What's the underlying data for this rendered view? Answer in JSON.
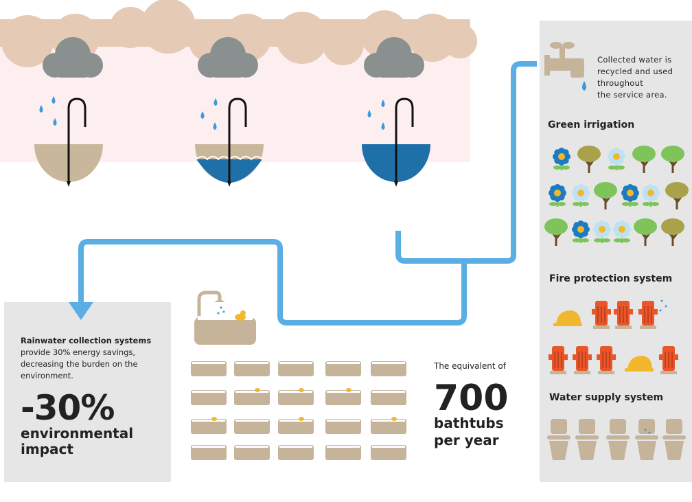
{
  "recycle": {
    "caption": "Collected water is\nrecycled and used\nthroughout\nthe service area."
  },
  "systems": {
    "green": "Green irrigation",
    "fire": "Fire protection system",
    "supply": "Water supply system"
  },
  "rain": {
    "title": "Rainwater collection systems",
    "body": "provide 30% energy savings, decreasing the burden on the environment.",
    "big_value": "-30%",
    "impact": "environmental impact"
  },
  "bath": {
    "equiv": "The equivalent of",
    "value": "700",
    "unit": "bathtubs per year"
  },
  "colors": {
    "sky": "#fdeef0",
    "cloud_beige": "#e5cab5",
    "cloud_gray": "#8a9090",
    "rain_drop": "#3a9ad9",
    "pipe": "#5aaee4",
    "umbrella_beige": "#c9b79b",
    "umbrella_blue": "#1f6fa8",
    "panel_gray": "#e6e6e6",
    "tub": "#c6b49a",
    "hydrant": "#e8562a",
    "helmet": "#f1b82d",
    "flower_blue": "#1e7bc0",
    "flower_pale": "#bfe2f3",
    "tree_green": "#7ec45a",
    "tree_olive": "#a9a24a"
  },
  "icons": [
    "cloud-icon",
    "raindrop-icon",
    "umbrella-icon",
    "faucet-icon",
    "flower-icon",
    "tree-icon",
    "hydrant-icon",
    "helmet-icon",
    "toilet-icon",
    "bathtub-icon",
    "shower-icon",
    "duck-icon"
  ]
}
